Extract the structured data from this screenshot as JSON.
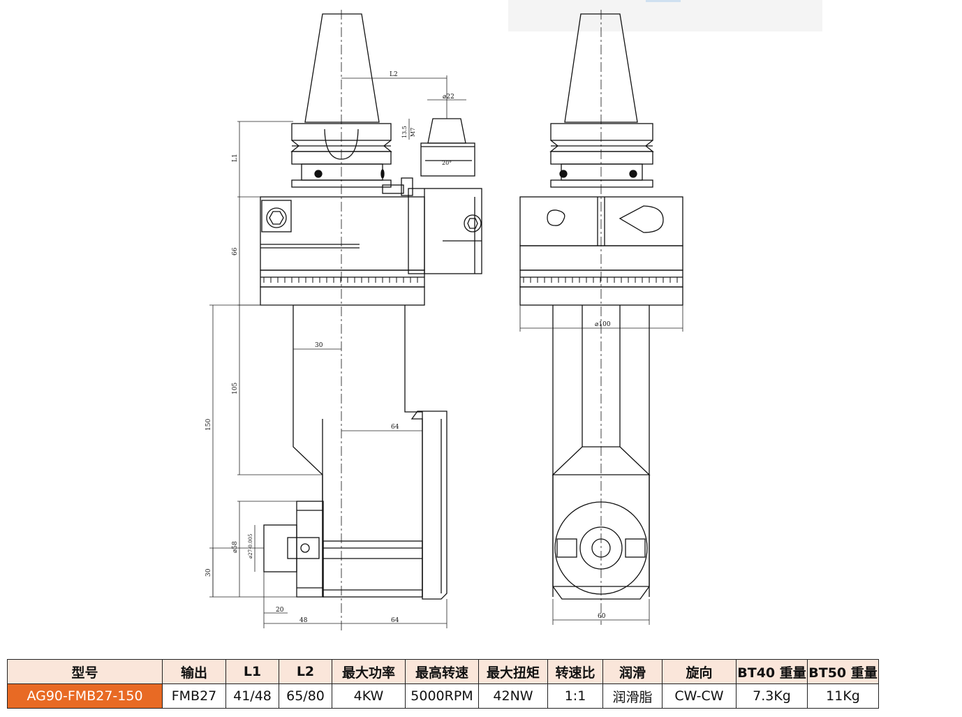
{
  "drawing": {
    "dimensions": {
      "L2": "L2",
      "phi22": "⌀22",
      "d13_5": "13.5",
      "M7": "M7",
      "angle20": "20°",
      "L1": "L1",
      "d66": "66",
      "d30_top": "30",
      "d105": "105",
      "d150": "150",
      "d64_mid": "64",
      "phi58": "⌀58",
      "phi27": "⌀27-0.005",
      "d30_bottom": "30",
      "d20": "20",
      "d48": "48",
      "d64_bottom": "64",
      "phi100": "⌀100",
      "d60": "60"
    }
  },
  "table": {
    "headers": [
      "型号",
      "输出",
      "L1",
      "L2",
      "最大功率",
      "最高转速",
      "最大扭矩",
      "转速比",
      "润滑",
      "旋向",
      "BT40 重量",
      "BT50 重量"
    ],
    "row": [
      "AG90-FMB27-150",
      "FMB27",
      "41/48",
      "65/80",
      "4KW",
      "5000RPM",
      "42NW",
      "1:1",
      "润滑脂",
      "CW-CW",
      "7.3Kg",
      "11Kg"
    ],
    "colors": {
      "header_bg": "#fae6da",
      "model_bg": "#e86a24",
      "model_text": "#ffffff"
    }
  }
}
